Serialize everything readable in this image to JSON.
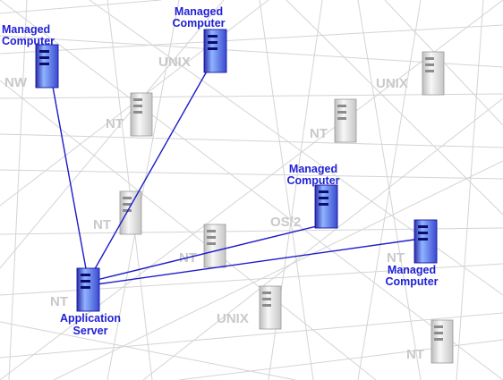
{
  "labels": {
    "managed": [
      "Managed",
      "Computer"
    ],
    "app": [
      "Application",
      "Server"
    ],
    "nt": "NT",
    "unix": "UNIX",
    "nw": "NW",
    "os2": "OS/2"
  },
  "colors": {
    "accent": "#1f1fd6",
    "link": "#1c1cc8",
    "faint_text": "#c9c9c9",
    "faint_line": "#d4d4d4"
  }
}
